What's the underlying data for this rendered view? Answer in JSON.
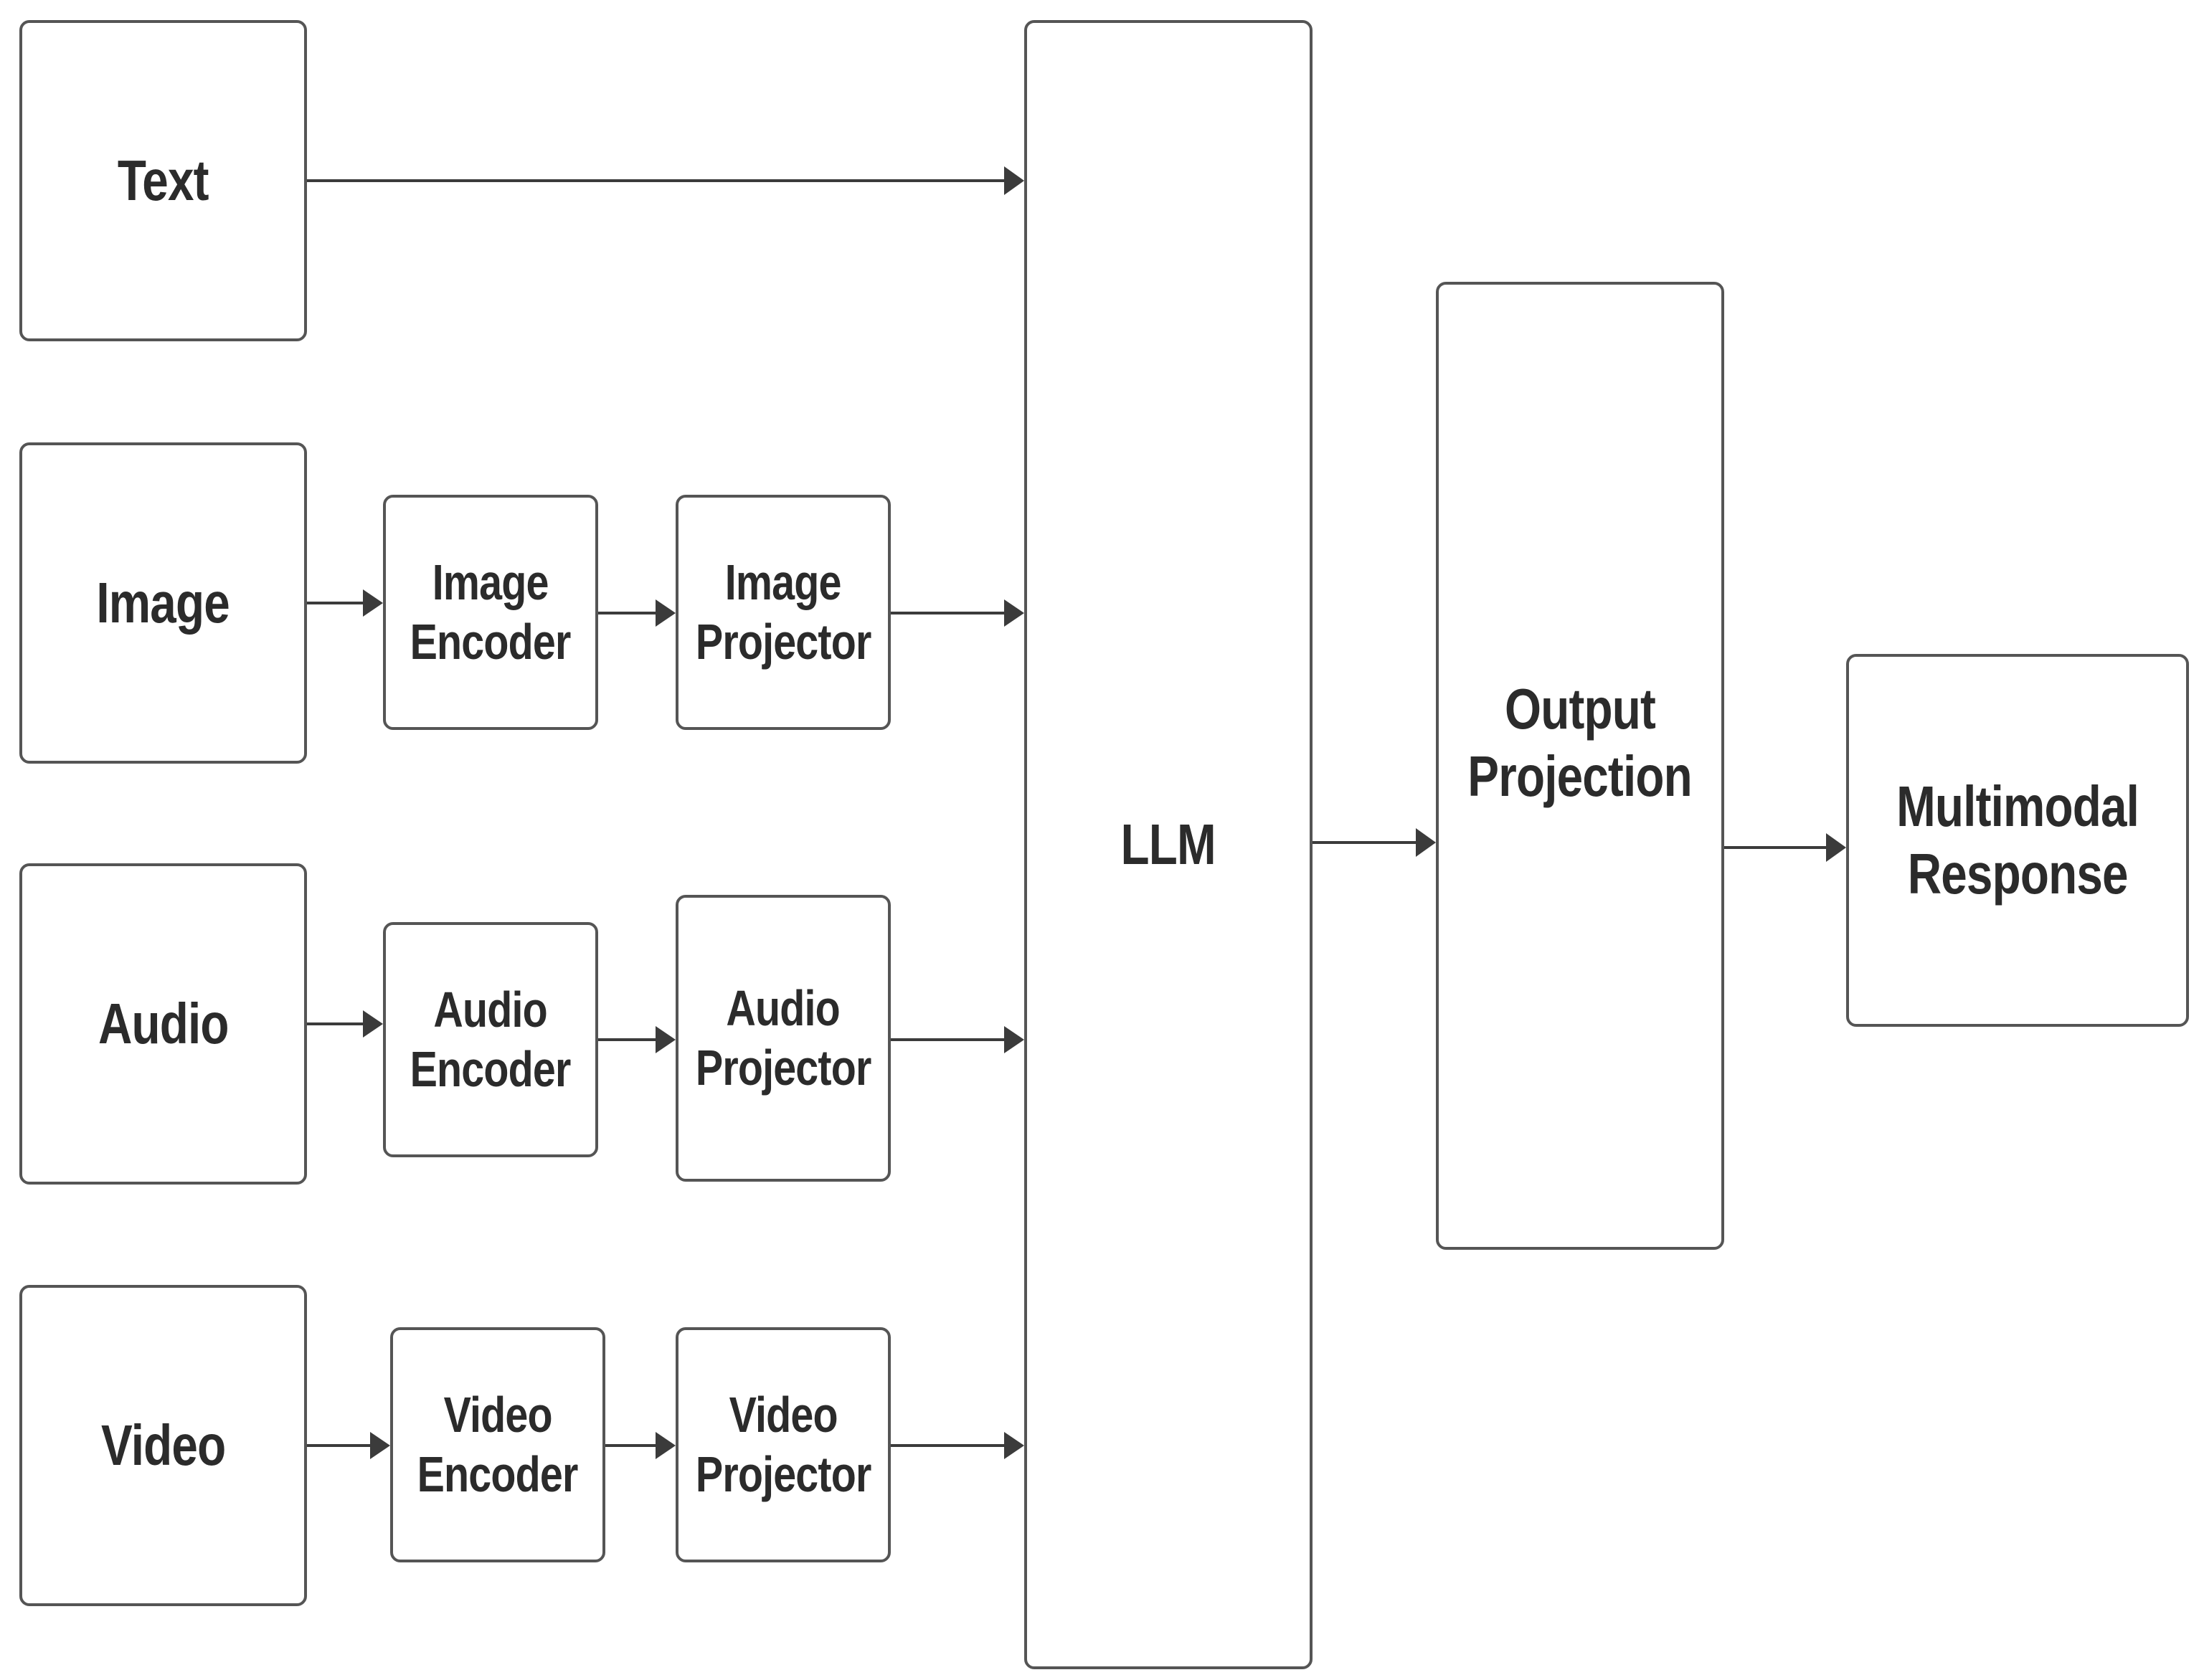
{
  "nodes": {
    "text": [
      "Text"
    ],
    "image": [
      "Image"
    ],
    "audio": [
      "Audio"
    ],
    "video": [
      "Video"
    ],
    "image_encoder": [
      "Image",
      "Encoder"
    ],
    "image_projector": [
      "Image",
      "Projector"
    ],
    "audio_encoder": [
      "Audio",
      "Encoder"
    ],
    "audio_projector": [
      "Audio",
      "Projector"
    ],
    "video_encoder": [
      "Video",
      "Encoder"
    ],
    "video_projector": [
      "Video",
      "Projector"
    ],
    "llm": [
      "LLM"
    ],
    "output_projection": [
      "Output",
      "Projection"
    ],
    "multimodal_response": [
      "Multimodal",
      "Response"
    ]
  },
  "colors": {
    "border": "#555555",
    "arrow": "#3b3b3b",
    "text": "#2b2b2b",
    "background": "#ffffff"
  }
}
